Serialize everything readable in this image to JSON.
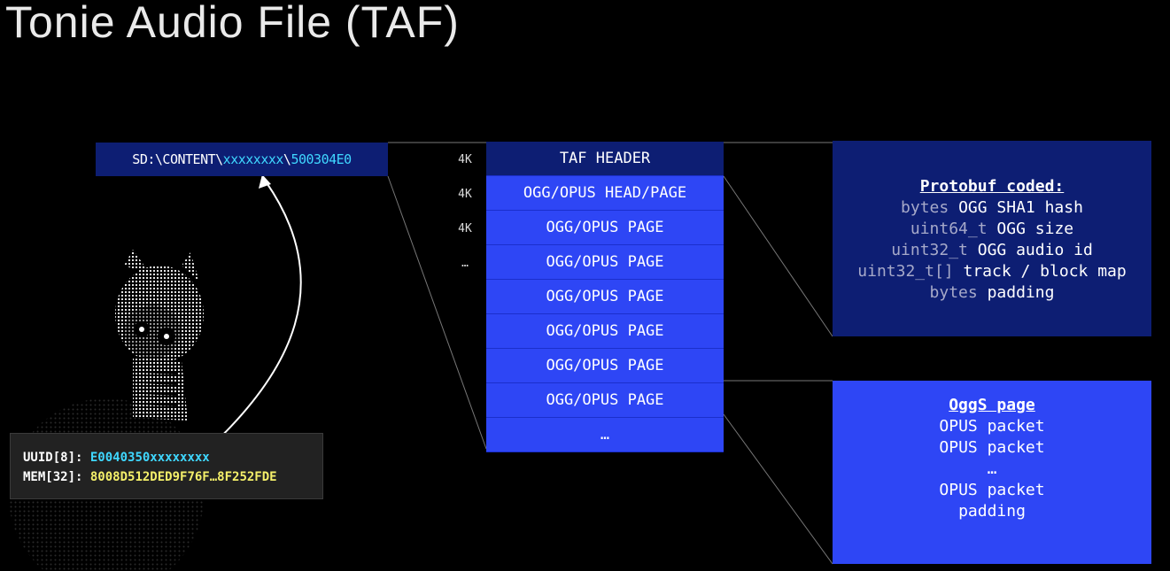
{
  "title": "Tonie Audio File (TAF)",
  "path": {
    "prefix": "SD:\\CONTENT\\",
    "folder": "xxxxxxxx",
    "separator": "\\",
    "file": "500304E0"
  },
  "sizes": [
    "4K",
    "4K",
    "4K",
    "…"
  ],
  "stack": [
    "TAF HEADER",
    "OGG/OPUS HEAD/PAGE",
    "OGG/OPUS PAGE",
    "OGG/OPUS PAGE",
    "OGG/OPUS PAGE",
    "OGG/OPUS PAGE",
    "OGG/OPUS PAGE",
    "OGG/OPUS PAGE",
    "…"
  ],
  "protobuf": {
    "title": "Protobuf coded:",
    "fields": [
      {
        "type": "bytes",
        "name": "OGG SHA1 hash"
      },
      {
        "type": "uint64_t",
        "name": "OGG size"
      },
      {
        "type": "uint32_t",
        "name": "OGG audio id"
      },
      {
        "type": "uint32_t[]",
        "name": "track / block map"
      },
      {
        "type": "bytes",
        "name": "padding"
      }
    ]
  },
  "oggs": {
    "title": "OggS page",
    "lines": [
      "OPUS packet",
      "OPUS packet",
      "…",
      "OPUS packet",
      "padding"
    ]
  },
  "uuid": {
    "uuid_label": "UUID[8]:",
    "uuid_value": "E0040350xxxxxxxx",
    "mem_label": "MEM[32]:",
    "mem_value": "8008D512DED9F76F…8F252FDE"
  },
  "colors": {
    "dark_blue": "#0d1e73",
    "bright_blue": "#2e46f5",
    "cyan": "#3fd7ff",
    "yellow": "#f5f06a"
  },
  "icons": [
    "tonie-figure-icon",
    "arrow-icon"
  ]
}
